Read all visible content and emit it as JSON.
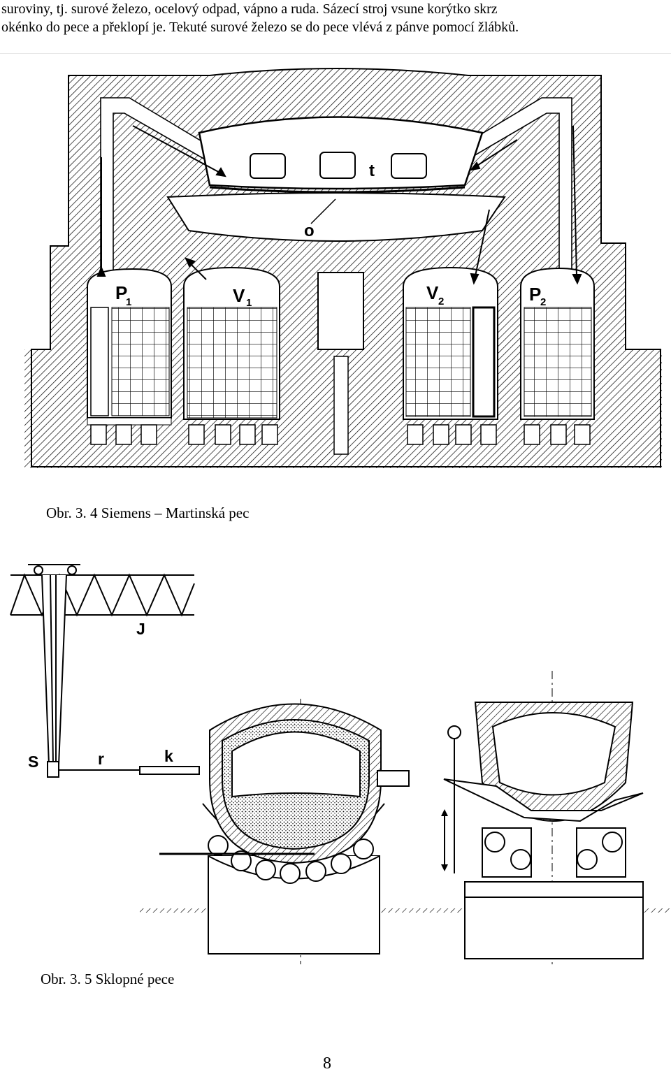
{
  "text": {
    "line1": "suroviny, tj. surové železo, ocelový odpad, vápno a ruda. Sázecí stroj vsune korýtko skrz",
    "line2": "okénko do pece a překlopí je. Tekuté surové železo se do pece vlévá z pánve pomocí žlábků."
  },
  "figure1": {
    "caption": "Obr. 3. 4  Siemens – Martinská pec",
    "labels": {
      "t": "t",
      "o": "o",
      "p1": "P",
      "p1_sub": "1",
      "v1": "V",
      "v1_sub": "1",
      "v2": "V",
      "v2_sub": "2",
      "p2": "P",
      "p2_sub": "2"
    }
  },
  "figure2": {
    "caption": "Obr. 3. 5  Sklopné pece",
    "labels": {
      "j": "J",
      "s": "S",
      "r": "r",
      "k": "k"
    }
  },
  "page_number": "8"
}
